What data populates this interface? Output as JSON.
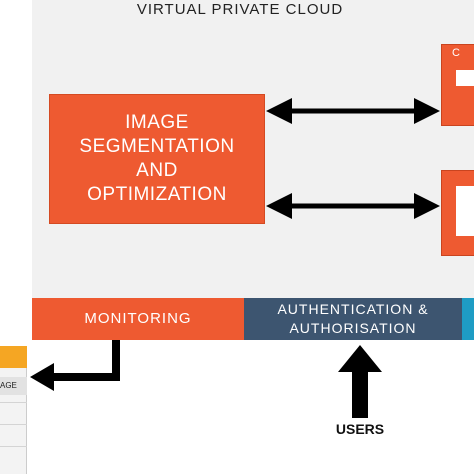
{
  "diagram": {
    "container_title": "VIRTUAL PRIVATE CLOUD",
    "main_box": {
      "lines": [
        "IMAGE",
        "SEGMENTATION",
        "AND",
        "OPTIMIZATION"
      ]
    },
    "right_top_box": {
      "label": "C"
    },
    "bar": {
      "monitoring": "MONITORING",
      "auth_line1": "AUTHENTICATION &",
      "auth_line2": "AUTHORISATION"
    },
    "left_box": {
      "label": "AGE"
    },
    "users_label": "USERS"
  },
  "colors": {
    "orange": "#ee5a31",
    "navy": "#3d5570",
    "teal": "#1e9cc4",
    "amber": "#f5a623",
    "vpc_background": "#f1f1f1"
  }
}
